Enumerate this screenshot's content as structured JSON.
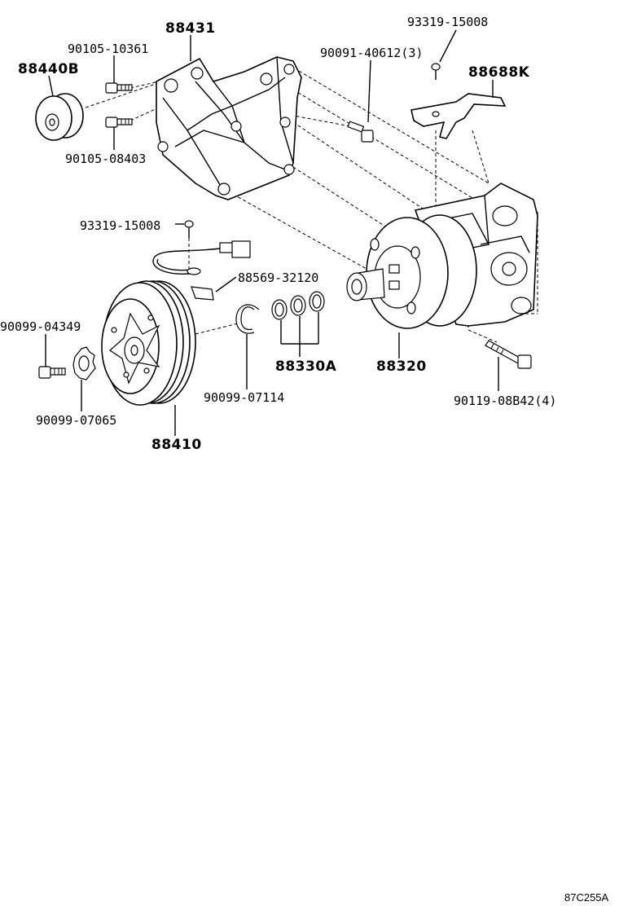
{
  "labels": {
    "p88431": "88431",
    "p90105_10361": "90105-10361",
    "p88440b": "88440B",
    "p90105_08403": "90105-08403",
    "p93319_15008_top": "93319-15008",
    "p90091_40612": "90091-40612(3)",
    "p88688k": "88688K",
    "p93319_15008_mid": "93319-15008",
    "p88569_32120": "88569-32120",
    "p90099_04349": "90099-04349",
    "p90099_07065": "90099-07065",
    "p88410": "88410",
    "p90099_07114": "90099-07114",
    "p88330a": "88330A",
    "p88320": "88320",
    "p90119_08b42": "90119-08B42(4)"
  },
  "diagram_code": "87C255A"
}
